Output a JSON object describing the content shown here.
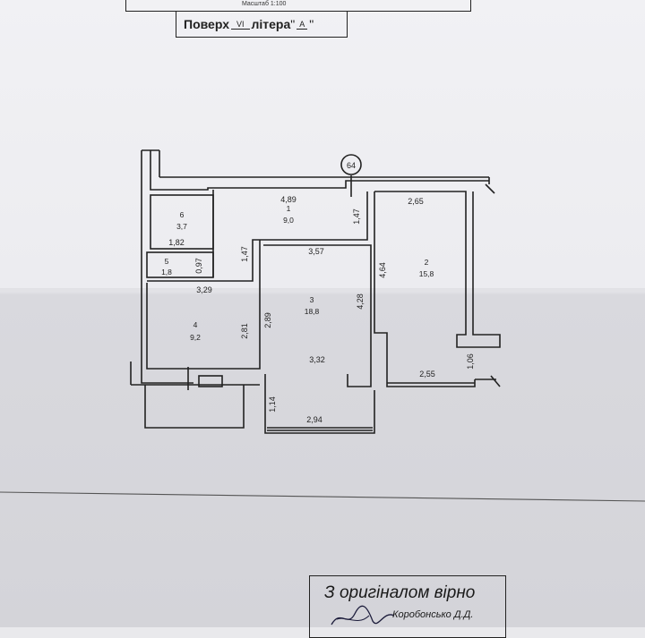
{
  "header": {
    "scale": "Масштаб 1:100",
    "floor_prefix": "Поверх",
    "floor_value": "VI",
    "letter_prefix": "літера",
    "letter_value": "А"
  },
  "plan": {
    "axis_marker": "64",
    "rooms": [
      {
        "number": "1",
        "area": "9,0"
      },
      {
        "number": "2",
        "area": "15,8"
      },
      {
        "number": "3",
        "area": "18,8"
      },
      {
        "number": "4",
        "area": "9,2"
      },
      {
        "number": "5",
        "area": "1,8"
      },
      {
        "number": "6",
        "area": "3,7"
      }
    ],
    "dimensions": {
      "d489": "4,89",
      "d147a": "1,47",
      "d265": "2,65",
      "d182": "1,82",
      "d097": "0,97",
      "d147b": "1,47",
      "d357": "3,57",
      "d464": "4,64",
      "d329": "3,29",
      "d428": "4,28",
      "d281": "2,81",
      "d289": "2,89",
      "d332": "3,32",
      "d106": "1,06",
      "d255": "2,55",
      "d114": "1,14",
      "d294": "2,94"
    }
  },
  "stamp": {
    "title": "З оригіналом вірно",
    "name": "Коробонсько Д.Д."
  }
}
